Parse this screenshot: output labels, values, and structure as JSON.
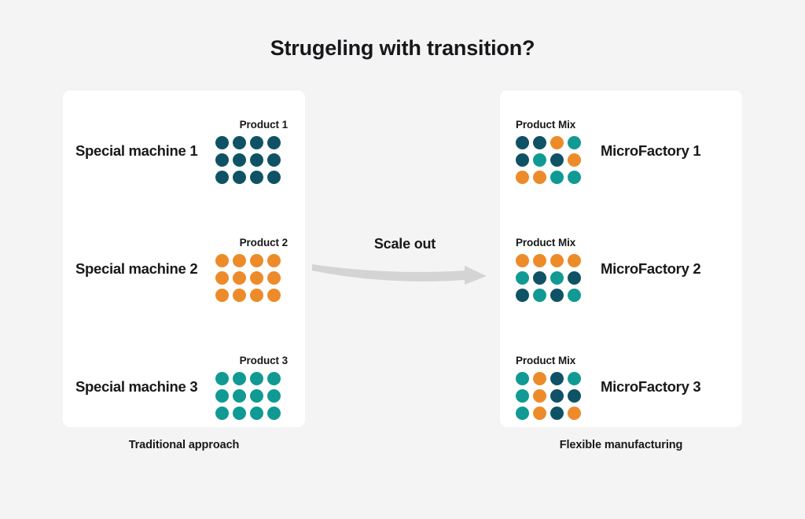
{
  "title": "Strugeling with transition?",
  "colors": {
    "background": "#f4f4f4",
    "card": "#ffffff",
    "navy": "#105265",
    "orange": "#ed8b2b",
    "teal": "#109a93",
    "arrow": "#d4d4d4",
    "text": "#17181a"
  },
  "left_panel": {
    "caption": "Traditional approach",
    "rows": [
      {
        "label": "Special machine 1",
        "dots_title": "Product 1",
        "dots": [
          [
            "navy",
            "navy",
            "navy",
            "navy"
          ],
          [
            "navy",
            "navy",
            "navy",
            "navy"
          ],
          [
            "navy",
            "navy",
            "navy",
            "navy"
          ]
        ]
      },
      {
        "label": "Special machine 2",
        "dots_title": "Product 2",
        "dots": [
          [
            "orange",
            "orange",
            "orange",
            "orange"
          ],
          [
            "orange",
            "orange",
            "orange",
            "orange"
          ],
          [
            "orange",
            "orange",
            "orange",
            "orange"
          ]
        ]
      },
      {
        "label": "Special machine 3",
        "dots_title": "Product 3",
        "dots": [
          [
            "teal",
            "teal",
            "teal",
            "teal"
          ],
          [
            "teal",
            "teal",
            "teal",
            "teal"
          ],
          [
            "teal",
            "teal",
            "teal",
            "teal"
          ]
        ]
      }
    ]
  },
  "connector": {
    "label": "Scale out",
    "icon": "curved-arrow-right-icon"
  },
  "right_panel": {
    "caption": "Flexible manufacturing",
    "rows": [
      {
        "label": "MicroFactory 1",
        "dots_title": "Product Mix",
        "dots": [
          [
            "navy",
            "navy",
            "orange",
            "teal"
          ],
          [
            "navy",
            "teal",
            "navy",
            "orange"
          ],
          [
            "orange",
            "orange",
            "teal",
            "teal"
          ]
        ]
      },
      {
        "label": "MicroFactory 2",
        "dots_title": "Product Mix",
        "dots": [
          [
            "orange",
            "orange",
            "orange",
            "orange"
          ],
          [
            "teal",
            "navy",
            "teal",
            "navy"
          ],
          [
            "navy",
            "teal",
            "navy",
            "teal"
          ]
        ]
      },
      {
        "label": "MicroFactory 3",
        "dots_title": "Product Mix",
        "dots": [
          [
            "teal",
            "orange",
            "navy",
            "teal"
          ],
          [
            "teal",
            "orange",
            "navy",
            "navy"
          ],
          [
            "teal",
            "orange",
            "navy",
            "orange"
          ]
        ]
      }
    ]
  }
}
